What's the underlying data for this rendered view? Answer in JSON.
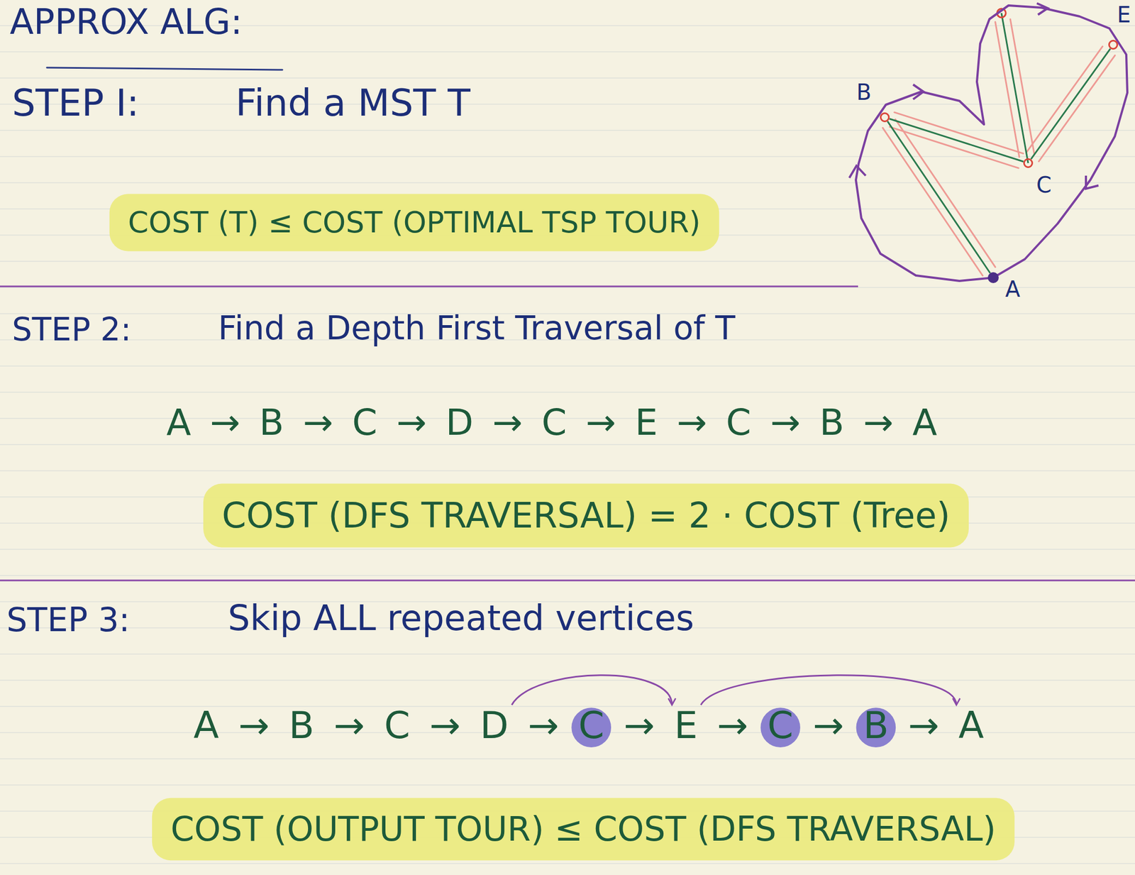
{
  "diagram": {
    "title": "APPROX ALG:",
    "nodes": [
      {
        "text": [
          "E"
        ]
      },
      {
        "text": [
          "B"
        ]
      },
      {
        "text": [
          "C"
        ]
      },
      {
        "text": [
          "A"
        ]
      }
    ],
    "edges": [
      {
        "from": 1,
        "to": 2,
        "arrow": "none"
      },
      {
        "from": 2,
        "to": 0,
        "arrow": "none"
      },
      {
        "from": 1,
        "to": 3,
        "arrow": "none"
      }
    ],
    "labels": [
      "STEP I:",
      "Find a MST T",
      "COST (T) ≤ COST (OPTIMAL TSP TOUR)",
      "STEP 2:",
      "Find a Depth First Traversal of T",
      "A → B → C → D → C → E → C → B → A",
      "COST (DFS TRAVERSAL) = 2 · COST (Tree)",
      "STEP 3:",
      "Skip ALL repeated vertices",
      "A → B → C → D → C → E → C → B → A",
      "COST (OUTPUT TOUR) ≤ COST (DFS TRAVERSAL)"
    ]
  }
}
